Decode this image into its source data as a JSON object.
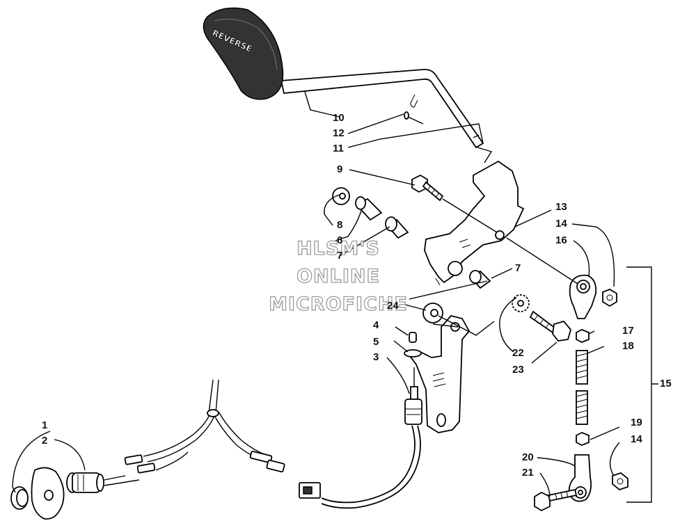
{
  "watermark": {
    "lines": [
      "HLSM'S",
      "ONLINE",
      "MICROFICHE"
    ]
  },
  "handle_text": "REVERSE",
  "part_labels": [
    "1",
    "2",
    "3",
    "4",
    "5",
    "6",
    "7",
    "7",
    "8",
    "9",
    "10",
    "11",
    "12",
    "13",
    "14",
    "14",
    "15",
    "16",
    "17",
    "18",
    "19",
    "20",
    "21",
    "22",
    "23",
    "24"
  ]
}
